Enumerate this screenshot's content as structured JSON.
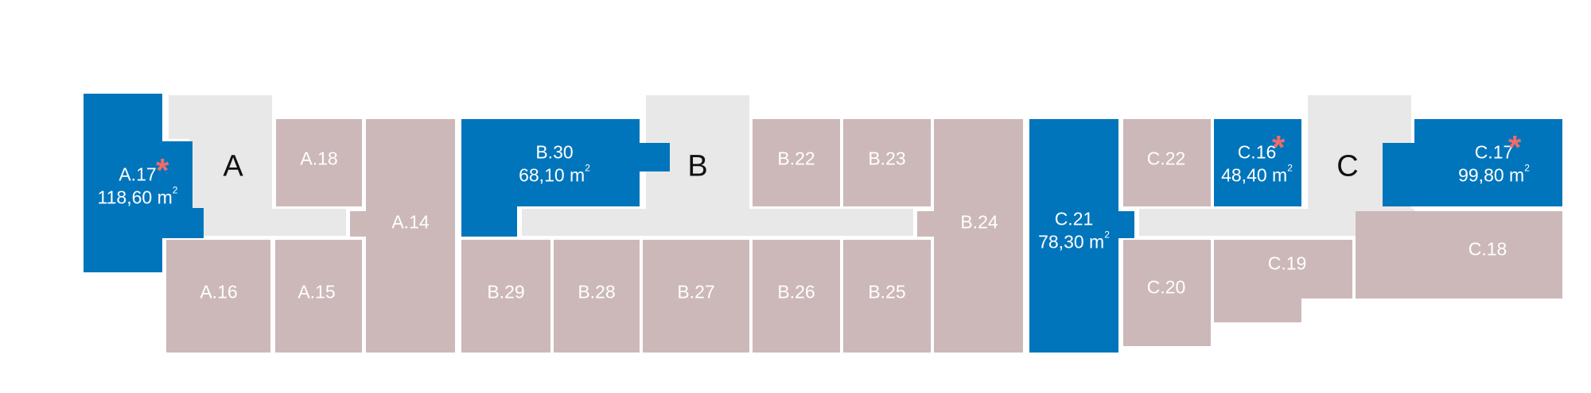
{
  "colors": {
    "available": "#0075bb",
    "unit": "#cdb8b9",
    "core": "#e8e8e8",
    "marker": "#f06b6b"
  },
  "marker_icon": "asterisk-icon",
  "cores": {
    "a": "A",
    "b": "B",
    "c": "C"
  },
  "units": {
    "a17": {
      "code": "A.17",
      "area": "118,60 m",
      "unit": "2",
      "marked": true
    },
    "a18": {
      "code": "A.18"
    },
    "a16": {
      "code": "A.16"
    },
    "a15": {
      "code": "A.15"
    },
    "a14": {
      "code": "A.14"
    },
    "b30": {
      "code": "B.30",
      "area": "68,10 m",
      "unit": "2"
    },
    "b29": {
      "code": "B.29"
    },
    "b28": {
      "code": "B.28"
    },
    "b27": {
      "code": "B.27"
    },
    "b26": {
      "code": "B.26"
    },
    "b25": {
      "code": "B.25"
    },
    "b22": {
      "code": "B.22"
    },
    "b23": {
      "code": "B.23"
    },
    "b24": {
      "code": "B.24"
    },
    "c21": {
      "code": "C.21",
      "area": "78,30 m",
      "unit": "2"
    },
    "c22": {
      "code": "C.22"
    },
    "c20": {
      "code": "C.20"
    },
    "c16": {
      "code": "C.16",
      "area": "48,40 m",
      "unit": "2",
      "marked": true
    },
    "c19": {
      "code": "C.19"
    },
    "c17": {
      "code": "C.17",
      "area": "99,80 m",
      "unit": "2",
      "marked": true
    },
    "c18": {
      "code": "C.18"
    }
  }
}
